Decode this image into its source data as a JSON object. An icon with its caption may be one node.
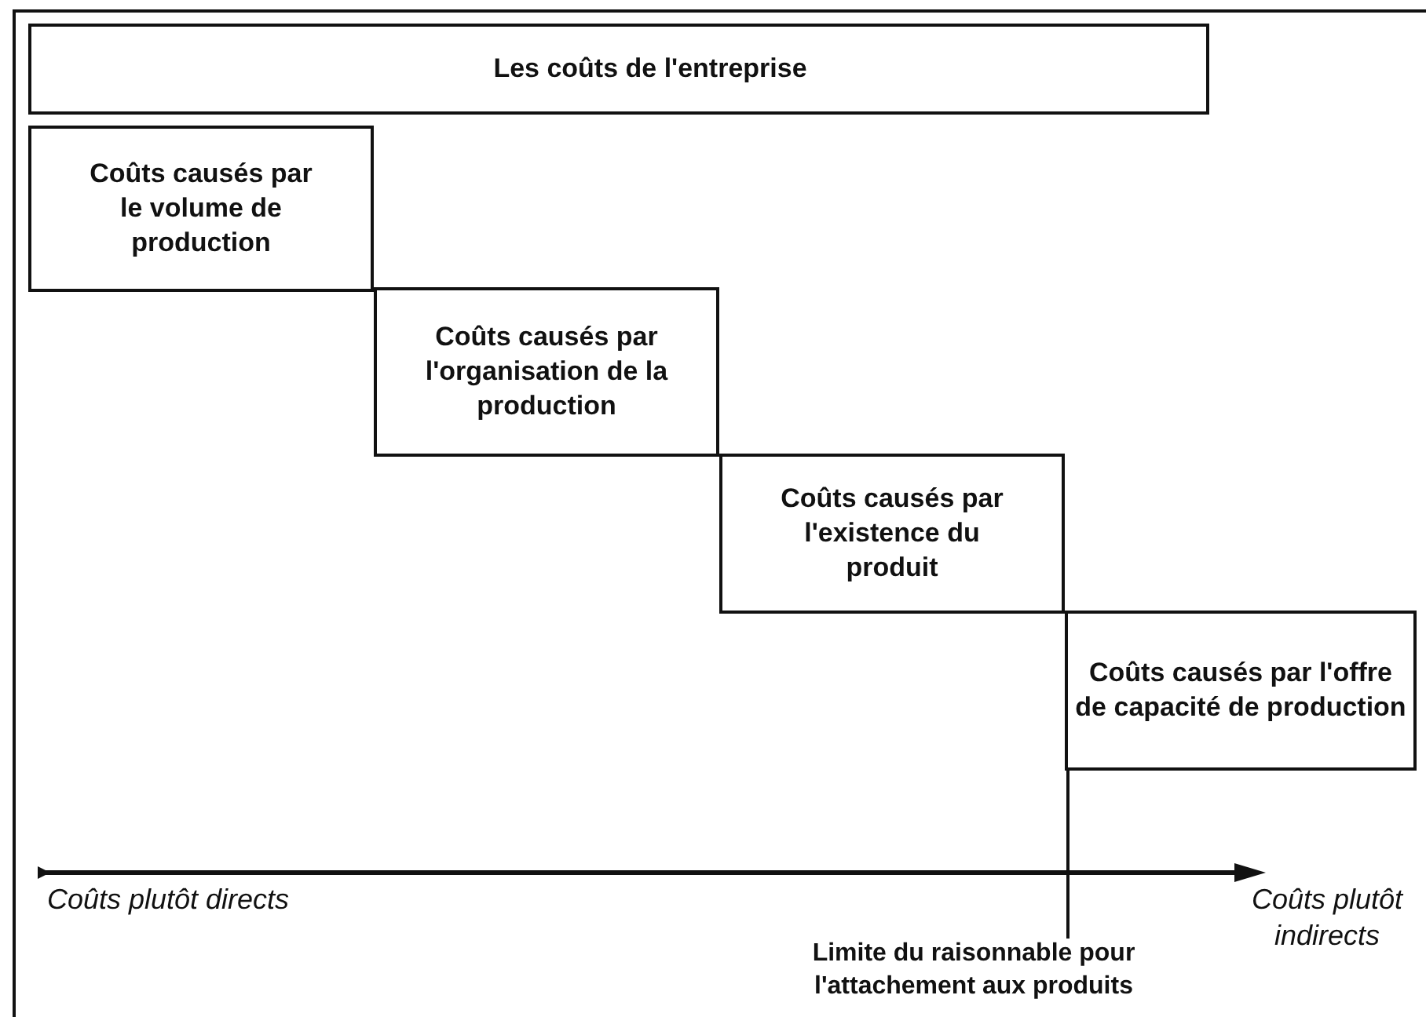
{
  "diagram": {
    "nodes": [
      {
        "text": [
          "Les coûts de l'entreprise"
        ]
      },
      {
        "text": [
          "Coûts causés par le volume de production"
        ]
      },
      {
        "text": [
          "Coûts causés par l'organisation de la production"
        ]
      },
      {
        "text": [
          "Coûts causés par l'existence du produit"
        ]
      },
      {
        "text": [
          "Coûts causés par l'offre de capacité de production"
        ]
      },
      {
        "text": [
          "Limite du raisonnable pour l'attachement aux produits"
        ]
      }
    ],
    "edges": [
      {
        "from": 5,
        "to": 4,
        "arrow": "none"
      }
    ],
    "labels": [
      "Coûts plutôt directs",
      "Coûts plutôt indirects"
    ]
  }
}
